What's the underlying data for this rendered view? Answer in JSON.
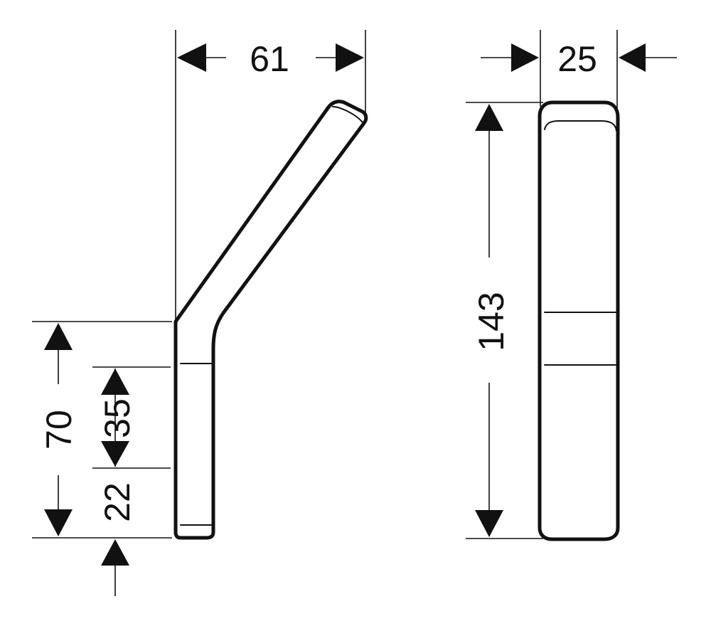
{
  "drawing": {
    "dimensions": {
      "side_width": "61",
      "front_width": "25",
      "front_height": "143",
      "side_height": "70",
      "side_mid": "35",
      "side_bottom": "22"
    }
  }
}
